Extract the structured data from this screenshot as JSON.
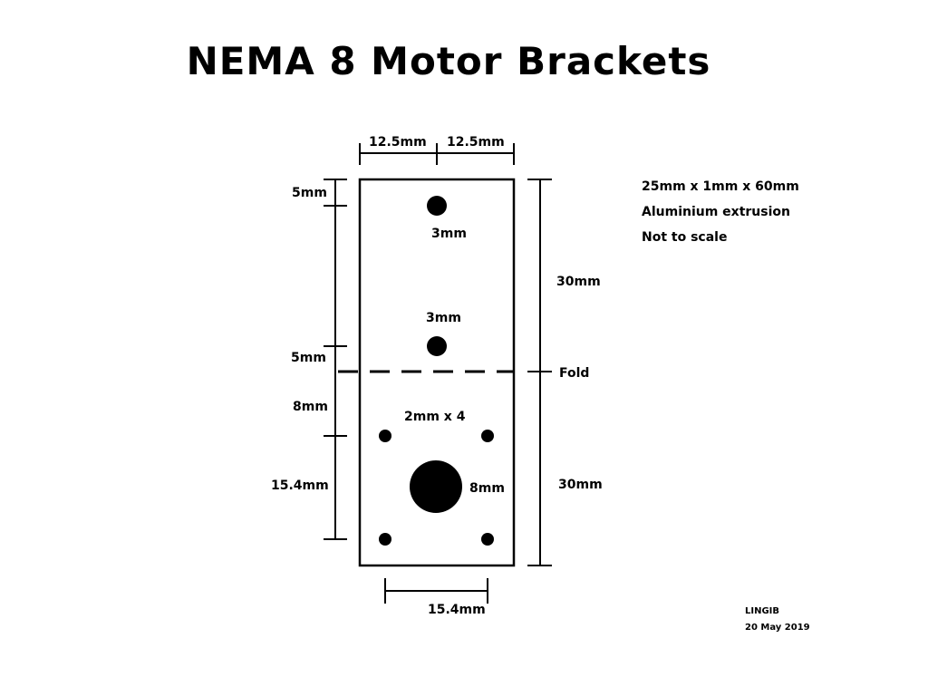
{
  "title": "NEMA 8 Motor Brackets",
  "colors": {
    "ink": "#000000",
    "paper": "#ffffff"
  },
  "dimensions": {
    "top_left_width": "12.5mm",
    "top_right_width": "12.5mm",
    "left_top_offset": "5mm",
    "left_fold_offset": "5mm",
    "left_upper_lower": "8mm",
    "left_hole_spacing": "15.4mm",
    "right_upper": "30mm",
    "right_lower": "30mm",
    "bottom_hole_spacing": "15.4mm"
  },
  "holes": {
    "upper_hole": "3mm",
    "lower_hole": "3mm",
    "mount_holes": "2mm x 4",
    "center_hole": "8mm"
  },
  "fold_label": "Fold",
  "spec": {
    "line1": "25mm x 1mm x 60mm",
    "line2": "Aluminium extrusion",
    "line3": "Not to scale"
  },
  "author": "LINGIB",
  "date": "20 May 2019"
}
